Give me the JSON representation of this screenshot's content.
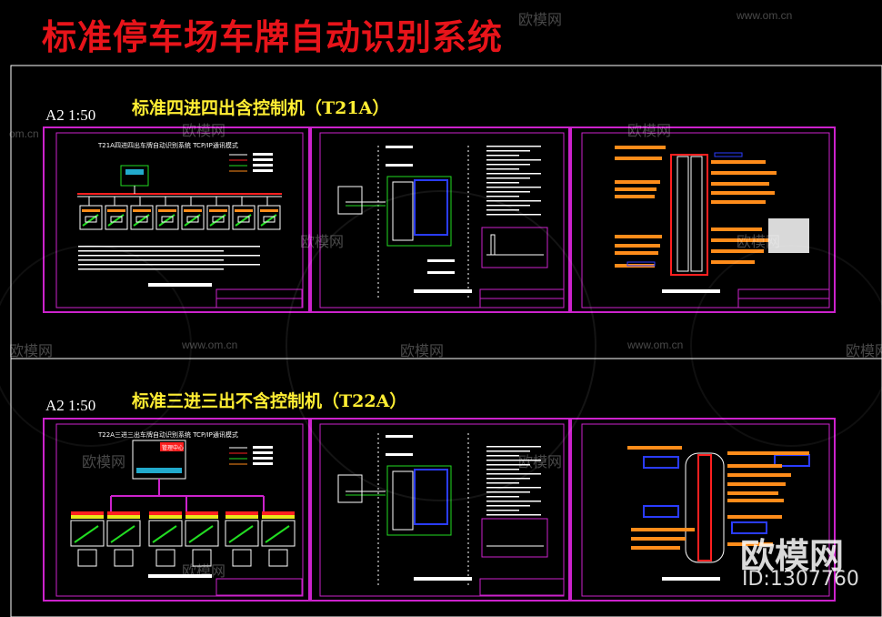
{
  "page_title": "标准停车场车牌自动识别系统",
  "sections": [
    {
      "scale": "A2 1:50",
      "title": "标准四进四出含控制机（T21A）",
      "topology_heading": "T21A四进四出车牌自动识别系统 TCP/IP通讯模式"
    },
    {
      "scale": "A2 1:50",
      "title": "标准三进三出不含控制机（T22A）",
      "topology_heading": "T22A三进三出车牌自动识别系统 TCP/IP通讯模式",
      "center_label": "管理中心"
    }
  ],
  "watermark": {
    "brand": "欧模网",
    "domain": "www.om.cn",
    "domain_short": "om.cn",
    "id": "ID:1307760"
  },
  "colors": {
    "frame": "#cc22cc",
    "cad_white": "#ffffff",
    "cad_orange": "#ff8c1a",
    "cad_red": "#ff2020",
    "cad_green": "#22dd22",
    "cad_blue": "#2a3cff",
    "title_red": "#e8141a",
    "heading_yellow": "#ffee33"
  }
}
